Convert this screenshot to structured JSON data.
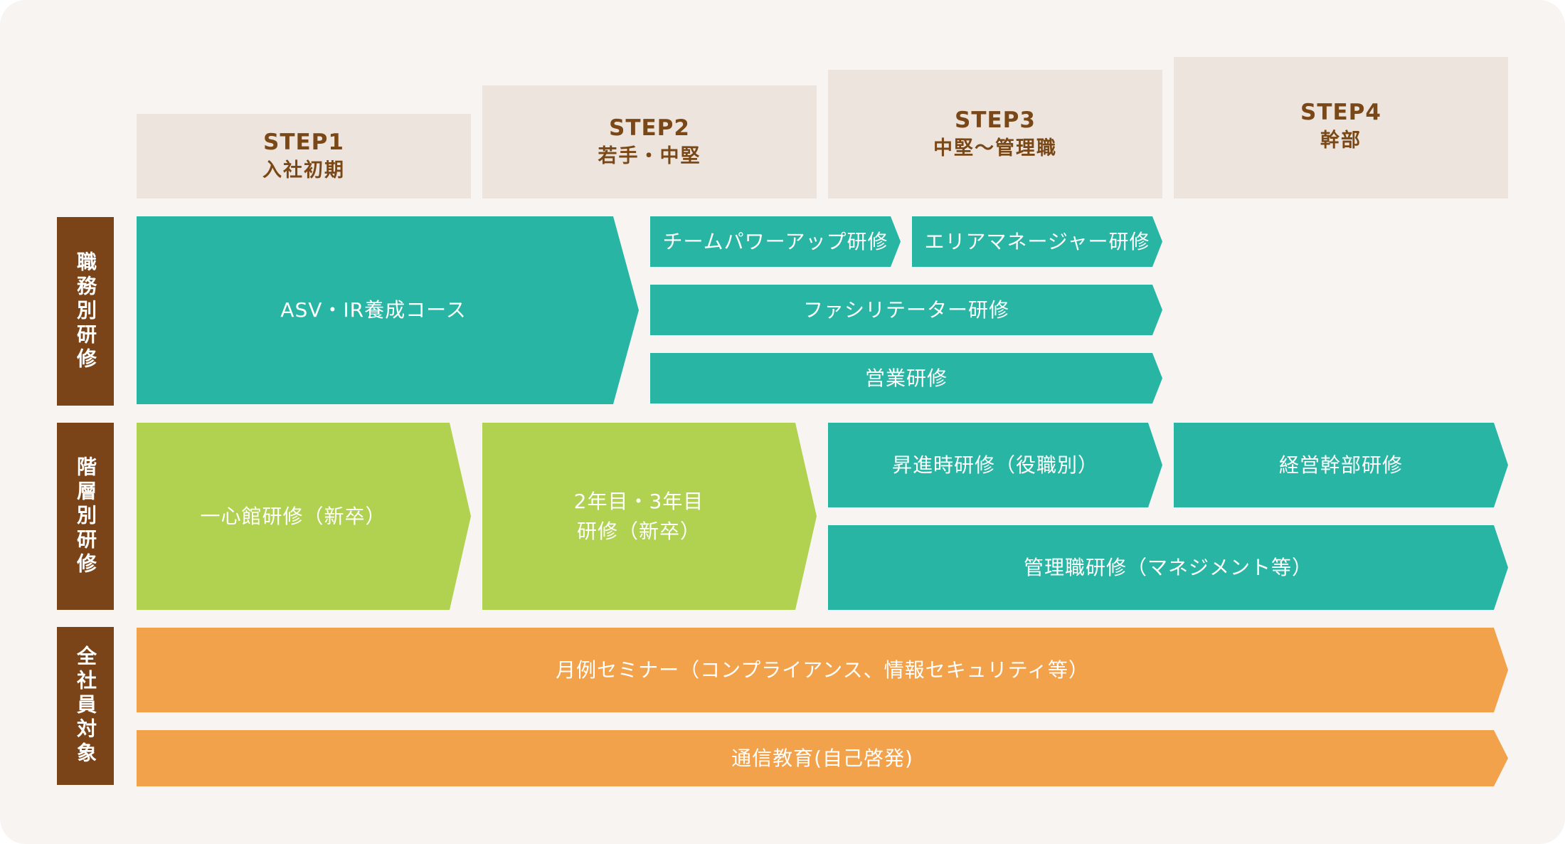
{
  "steps": [
    {
      "num": "STEP1",
      "sub": "入社初期"
    },
    {
      "num": "STEP2",
      "sub": "若手・中堅"
    },
    {
      "num": "STEP3",
      "sub": "中堅～管理職"
    },
    {
      "num": "STEP4",
      "sub": "幹部"
    }
  ],
  "categories": {
    "job": "職務別研修",
    "level": "階層別研修",
    "all": "全社員対象"
  },
  "job_training": {
    "asv": "ASV・IR養成コース",
    "team_power": "チームパワーアップ研修",
    "area_manager": "エリアマネージャー研修",
    "facilitator": "ファシリテーター研修",
    "sales": "営業研修"
  },
  "level_training": {
    "isshinkan": "一心館研修（新卒）",
    "year23_line1": "2年目・3年目",
    "year23_line2": "研修（新卒）",
    "promotion": "昇進時研修（役職別）",
    "executive": "経営幹部研修",
    "manager": "管理職研修（マネジメント等）"
  },
  "all_training": {
    "monthly": "月例セミナー（コンプライアンス、情報セキュリティ等）",
    "correspondence": "通信教育(自己啓発)"
  },
  "colors": {
    "teal": "#28b5a3",
    "green": "#b1d151",
    "orange": "#f2a24b",
    "brown": "#7a4318",
    "step_bg": "#ede5dd"
  }
}
